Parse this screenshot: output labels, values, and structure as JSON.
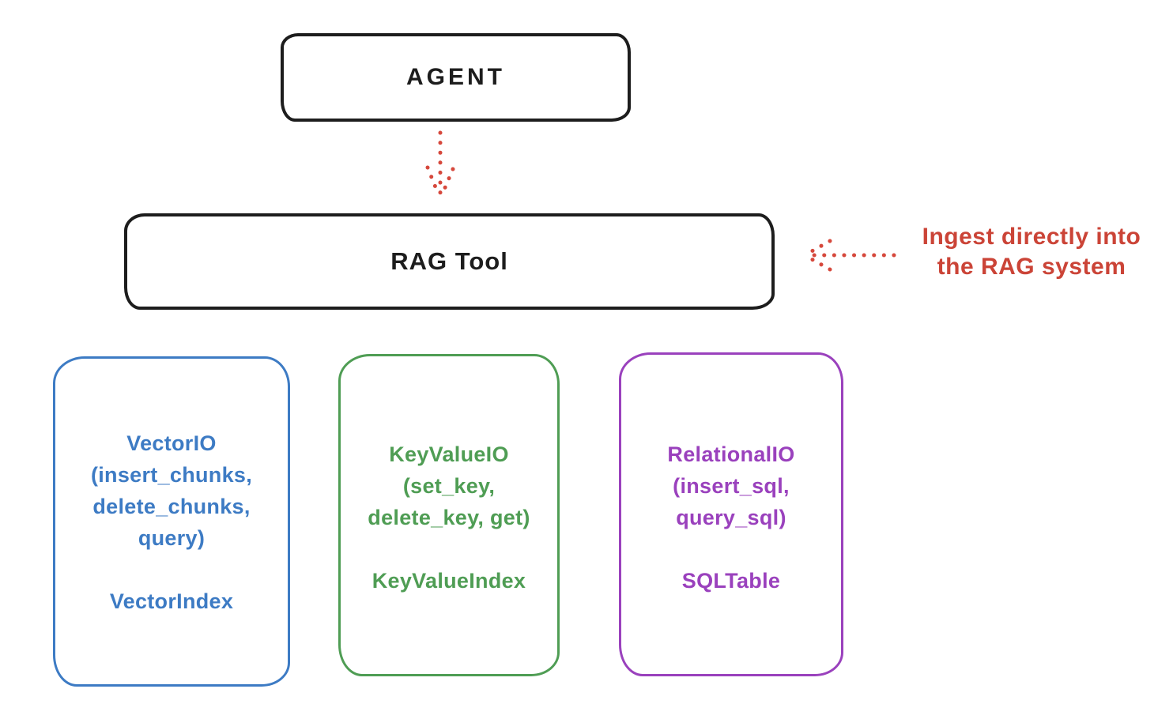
{
  "diagram": {
    "background_color": "#ffffff",
    "ink_color": "#1d1d1d",
    "agent": {
      "label": "AGENT"
    },
    "rag_tool": {
      "label": "RAG Tool"
    },
    "agent_arrow": {
      "style": "dotted",
      "direction": "down",
      "color": "#d6483c"
    },
    "annotation": {
      "line1": "Ingest directly into",
      "line2": "the RAG system",
      "color": "#cb4437",
      "arrow_color": "#d6483c",
      "arrow_style": "dotted",
      "arrow_direction": "left"
    },
    "backends": [
      {
        "title": "VectorIO",
        "methods": [
          "(insert_chunks,",
          "delete_chunks,",
          "query)"
        ],
        "index_label": "VectorIndex",
        "color": "#3d7bc4"
      },
      {
        "title": "KeyValueIO",
        "methods": [
          "(set_key,",
          "delete_key, get)"
        ],
        "index_label": "KeyValueIndex",
        "color": "#4f9d54"
      },
      {
        "title": "RelationalIO",
        "methods": [
          "(insert_sql,",
          "query_sql)"
        ],
        "index_label": "SQLTable",
        "color": "#9a41bd"
      }
    ]
  }
}
